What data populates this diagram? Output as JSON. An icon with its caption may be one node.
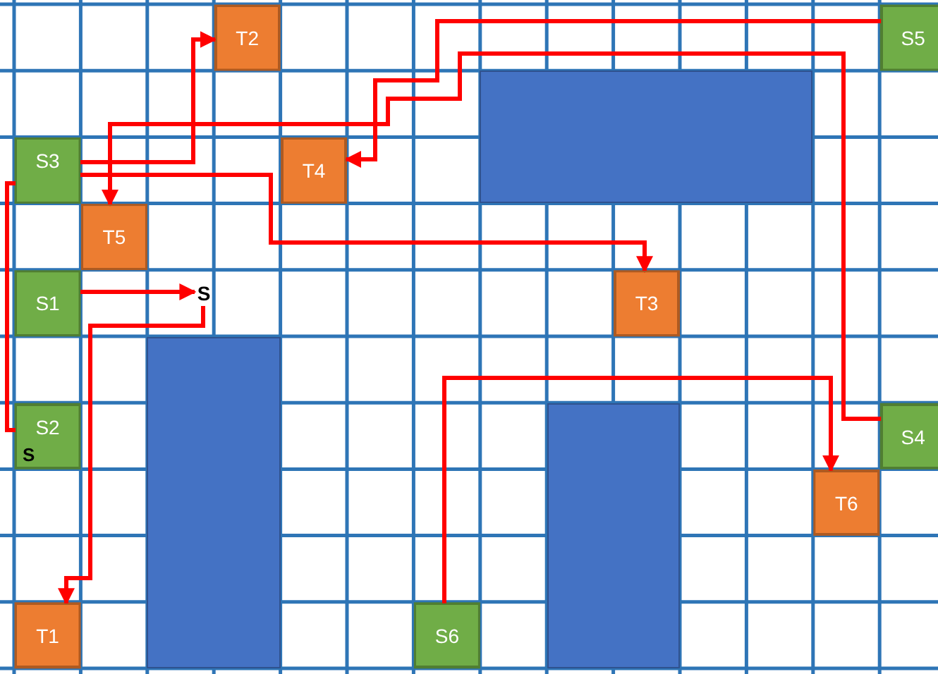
{
  "diagram": {
    "nodes": [
      {
        "text": [
          "T2"
        ]
      },
      {
        "text": [
          "S5"
        ]
      },
      {
        "text": [
          "S3"
        ]
      },
      {
        "text": [
          "T4"
        ]
      },
      {
        "text": [
          "T5"
        ]
      },
      {
        "text": [
          "S1"
        ]
      },
      {
        "text": [
          "S"
        ]
      },
      {
        "text": [
          "T3"
        ]
      },
      {
        "text": [
          "S2",
          "S"
        ]
      },
      {
        "text": [
          "S4"
        ]
      },
      {
        "text": [
          "T6"
        ]
      },
      {
        "text": [
          "T1"
        ]
      },
      {
        "text": [
          "S6"
        ]
      },
      {
        "text": [],
        "shape": "box"
      },
      {
        "text": [],
        "shape": "box"
      },
      {
        "text": [],
        "shape": "box"
      }
    ],
    "edges": [
      {
        "from": 2,
        "to": 0,
        "arrow": "to"
      },
      {
        "from": 1,
        "to": 3,
        "arrow": "to"
      },
      {
        "from": 2,
        "to": 7,
        "arrow": "to"
      },
      {
        "from": 9,
        "to": 4,
        "arrow": "to"
      },
      {
        "from": 5,
        "to": 6,
        "arrow": "to"
      },
      {
        "from": 6,
        "to": 11,
        "arrow": "to"
      },
      {
        "from": 2,
        "to": 8,
        "arrow": "none"
      },
      {
        "from": 12,
        "to": 10,
        "arrow": "to"
      }
    ]
  }
}
